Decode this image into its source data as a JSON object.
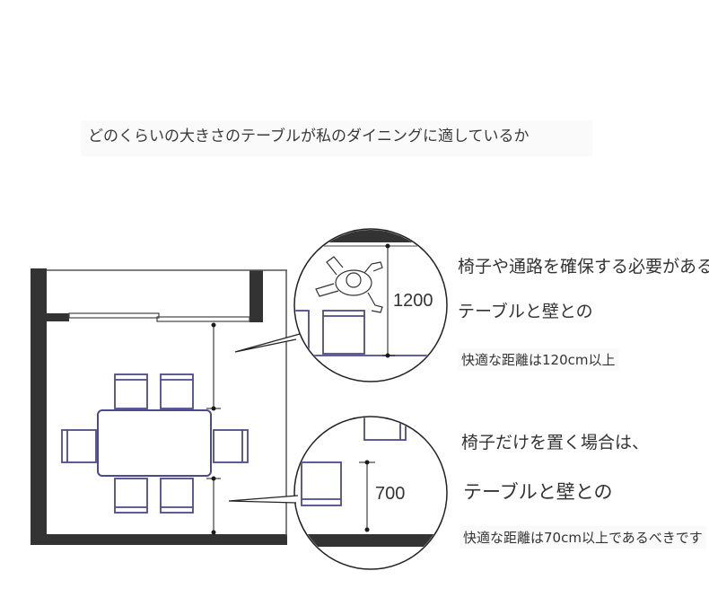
{
  "headline": "どのくらいの大きさのテーブルが私のダイニングに適しているか",
  "callout_top": {
    "dimension": "1200",
    "line1": "椅子や通路を確保する必要がある",
    "line2": "テーブルと壁との",
    "note": "快適な距離は120cm以上"
  },
  "callout_bottom": {
    "dimension": "700",
    "line1": "椅子だけを置く場合は、",
    "line2": "テーブルと壁との",
    "note": "快適な距離は70cm以上であるべきです"
  },
  "colors": {
    "wall": "#333333",
    "furniture": "#4b4a8c",
    "line": "#1a1a1a"
  }
}
